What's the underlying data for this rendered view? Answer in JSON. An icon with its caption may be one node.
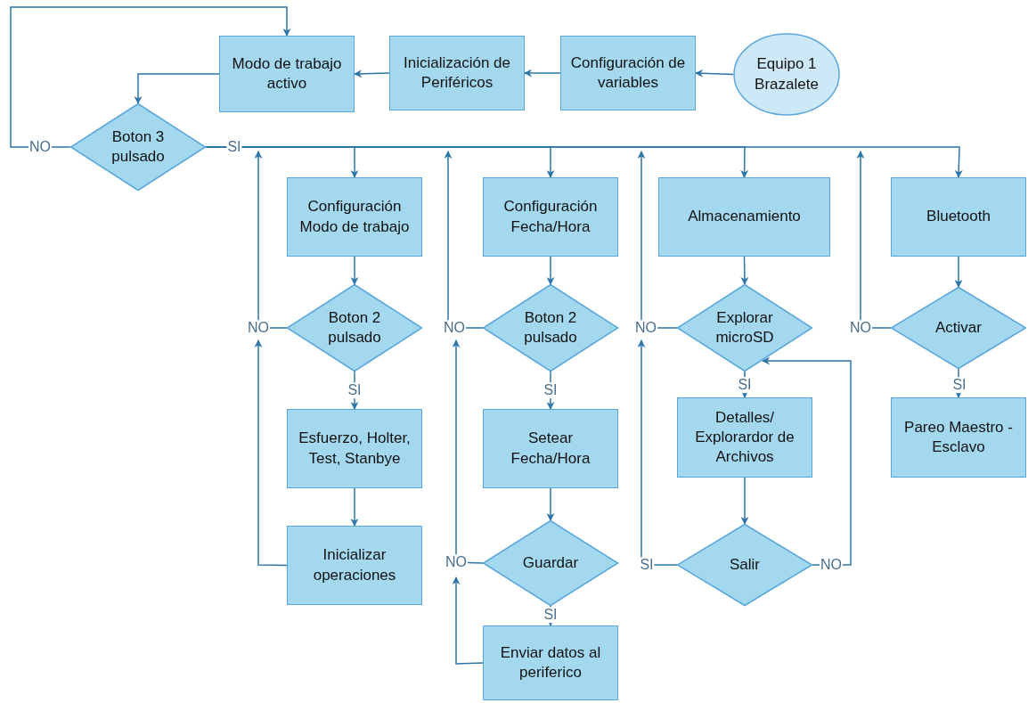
{
  "diagram": {
    "nodes": [
      {
        "text": [
          "Equipo 1 Brazalete"
        ]
      },
      {
        "text": [
          "Configuración de variables"
        ]
      },
      {
        "text": [
          "Inicialización de Periféricos"
        ]
      },
      {
        "text": [
          "Modo de trabajo activo"
        ]
      },
      {
        "text": [
          "Boton 3 pulsado"
        ]
      },
      {
        "text": [
          "Configuración Modo de trabajo"
        ]
      },
      {
        "text": [
          "Boton 2 pulsado"
        ]
      },
      {
        "text": [
          "Esfuerzo, Holter, Test, Stanbye"
        ]
      },
      {
        "text": [
          "Inicializar operaciones"
        ]
      },
      {
        "text": [
          "Configuración Fecha/Hora"
        ]
      },
      {
        "text": [
          "Boton 2 pulsado"
        ]
      },
      {
        "text": [
          "Setear Fecha/Hora"
        ]
      },
      {
        "text": [
          "Guardar"
        ]
      },
      {
        "text": [
          "Enviar datos al periferico"
        ]
      },
      {
        "text": [
          "Almacenamiento"
        ]
      },
      {
        "text": [
          "Explorar microSD"
        ]
      },
      {
        "text": [
          "Detalles/ Explorardor de Archivos"
        ]
      },
      {
        "text": [
          "Salir"
        ]
      },
      {
        "text": [
          "Bluetooth"
        ]
      },
      {
        "text": [
          "Activar"
        ]
      },
      {
        "text": [
          "Pareo Maestro - Esclavo"
        ]
      }
    ],
    "edges": [
      {
        "from": 0,
        "to": 1,
        "arrow": "to"
      },
      {
        "from": 1,
        "to": 2,
        "arrow": "to"
      },
      {
        "from": 2,
        "to": 3,
        "arrow": "to"
      },
      {
        "from": 3,
        "to": 4,
        "arrow": "to"
      },
      {
        "from": 4,
        "to": 3,
        "arrow": "to",
        "label": "NO"
      },
      {
        "from": 4,
        "to": 5,
        "arrow": "to",
        "label": "SI"
      },
      {
        "from": 4,
        "to": 9,
        "arrow": "to"
      },
      {
        "from": 4,
        "to": 14,
        "arrow": "to"
      },
      {
        "from": 4,
        "to": 18,
        "arrow": "to"
      },
      {
        "from": 5,
        "to": 6,
        "arrow": "to"
      },
      {
        "from": 6,
        "to": 7,
        "arrow": "to",
        "label": "SI"
      },
      {
        "from": 6,
        "to": null,
        "arrow": "to",
        "label": "NO"
      },
      {
        "from": 7,
        "to": 8,
        "arrow": "to"
      },
      {
        "from": 8,
        "to": null,
        "arrow": "to"
      },
      {
        "from": 9,
        "to": 10,
        "arrow": "to"
      },
      {
        "from": 10,
        "to": 11,
        "arrow": "to",
        "label": "SI"
      },
      {
        "from": 10,
        "to": null,
        "arrow": "to",
        "label": "NO"
      },
      {
        "from": 11,
        "to": 12,
        "arrow": "to"
      },
      {
        "from": 12,
        "to": 13,
        "arrow": "to",
        "label": "SI"
      },
      {
        "from": 12,
        "to": null,
        "arrow": "to",
        "label": "NO"
      },
      {
        "from": 13,
        "to": null,
        "arrow": "to"
      },
      {
        "from": 14,
        "to": 15,
        "arrow": "to"
      },
      {
        "from": 15,
        "to": 16,
        "arrow": "to",
        "label": "SI"
      },
      {
        "from": 15,
        "to": null,
        "arrow": "to",
        "label": "NO"
      },
      {
        "from": 16,
        "to": 17,
        "arrow": "to"
      },
      {
        "from": 17,
        "to": null,
        "arrow": "to",
        "label": "SI"
      },
      {
        "from": 17,
        "to": 15,
        "arrow": "to",
        "label": "NO"
      },
      {
        "from": 18,
        "to": 19,
        "arrow": "to"
      },
      {
        "from": 19,
        "to": 20,
        "arrow": "to",
        "label": "SI"
      },
      {
        "from": 19,
        "to": null,
        "arrow": "to",
        "label": "NO"
      }
    ]
  }
}
